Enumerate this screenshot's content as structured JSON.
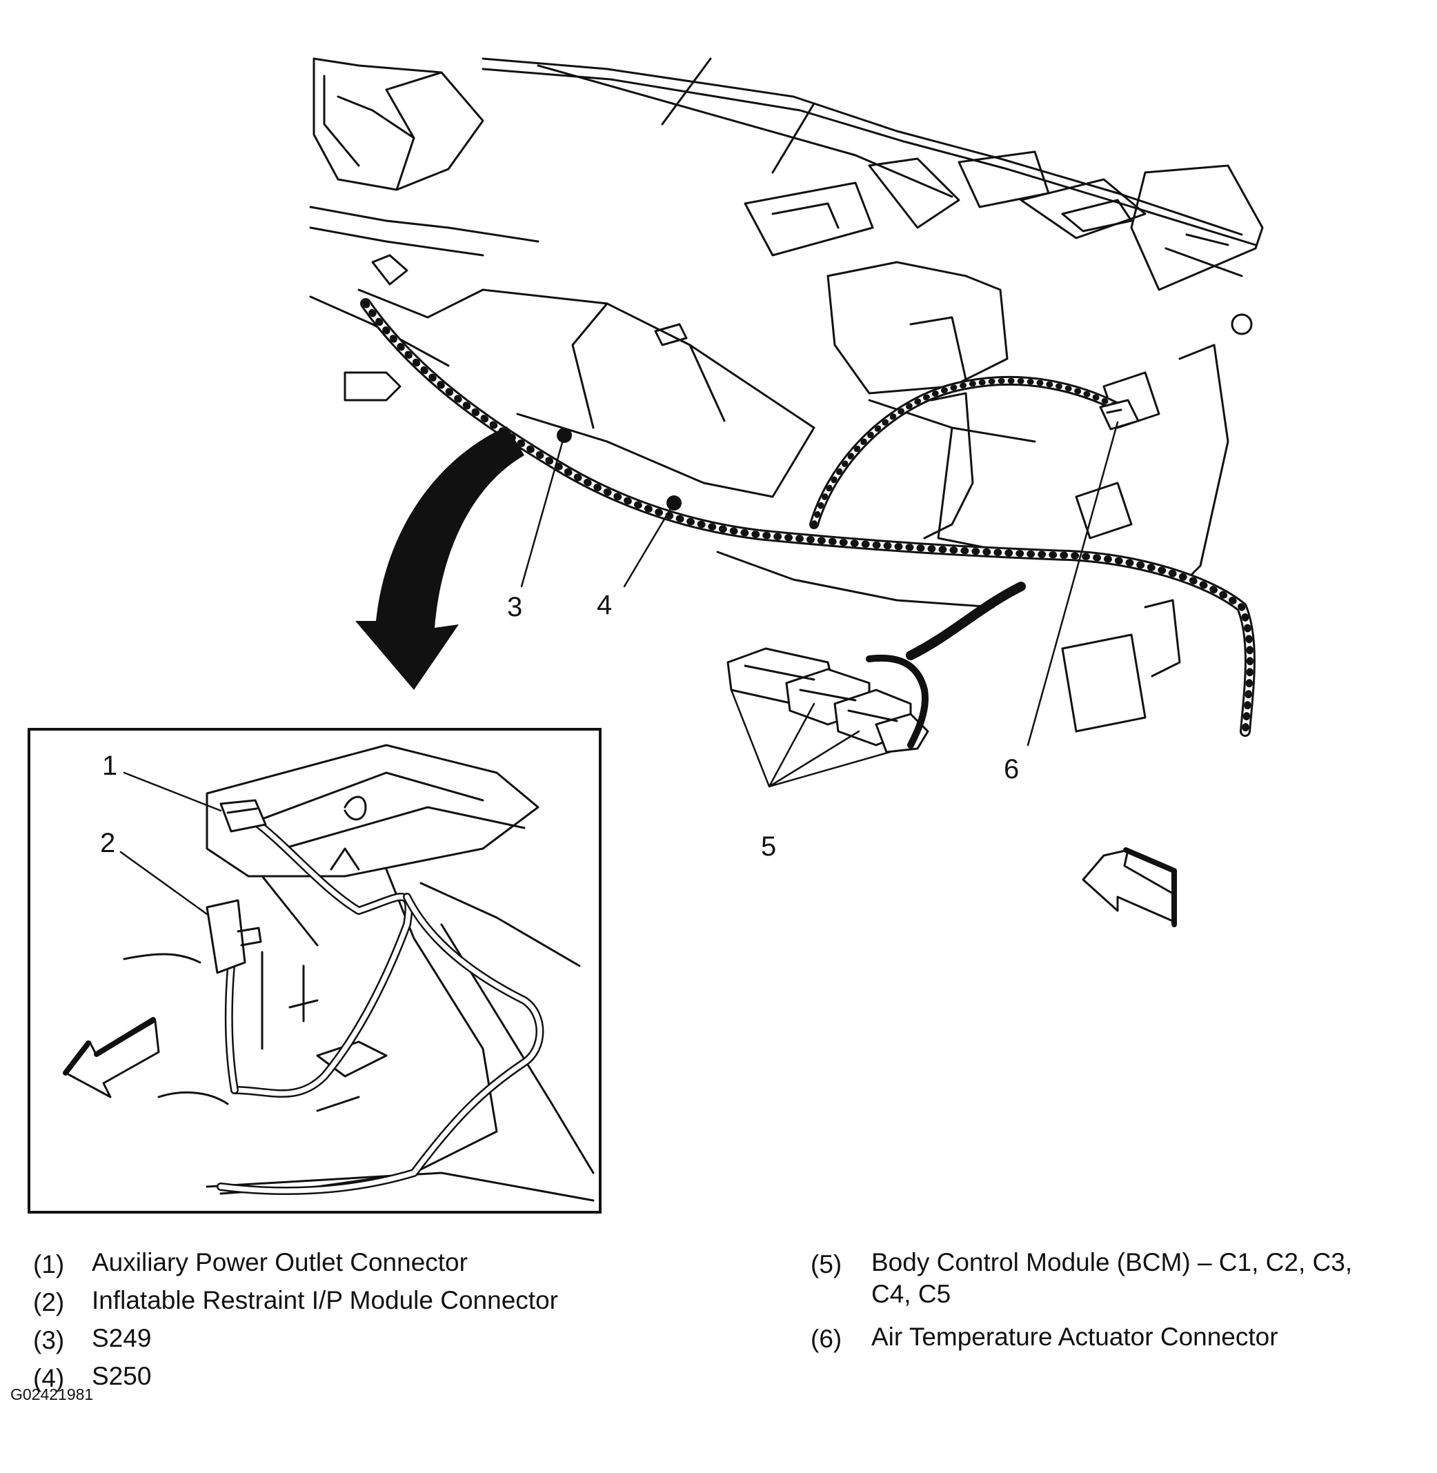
{
  "callouts": {
    "c1": "1",
    "c2": "2",
    "c3": "3",
    "c4": "4",
    "c5": "5",
    "c6": "6"
  },
  "legend": {
    "items": [
      {
        "num": "(1)",
        "text": "Auxiliary Power Outlet Connector"
      },
      {
        "num": "(2)",
        "text": "Inflatable Restraint I/P Module Connector"
      },
      {
        "num": "(3)",
        "text": "S249"
      },
      {
        "num": "(4)",
        "text": "S250"
      },
      {
        "num": "(5)",
        "text": "Body Control Module (BCM) – C1, C2, C3,",
        "text2": "C4, C5"
      },
      {
        "num": "(6)",
        "text": "Air Temperature Actuator Connector"
      }
    ]
  },
  "figure_id": "G02421981"
}
